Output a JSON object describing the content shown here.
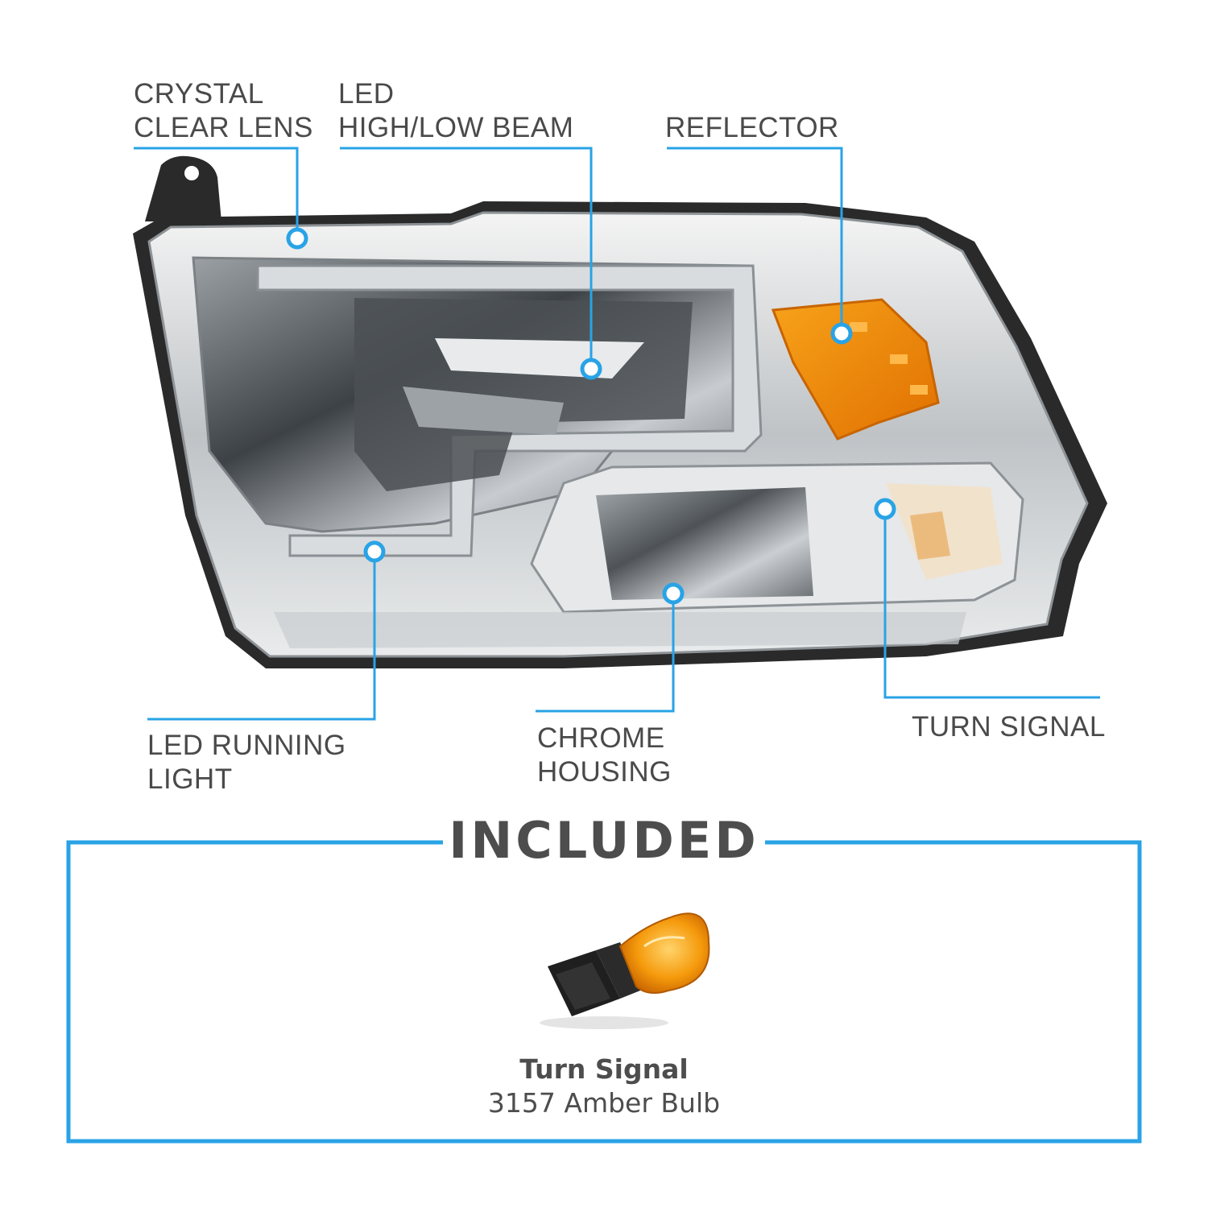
{
  "callouts": {
    "crystal_clear_lens": {
      "line1": "CRYSTAL",
      "line2": "CLEAR LENS"
    },
    "led_high_low_beam": {
      "line1": "LED",
      "line2": "HIGH/LOW BEAM"
    },
    "reflector": {
      "line1": "REFLECTOR"
    },
    "led_running_light": {
      "line1": "LED RUNNING",
      "line2": "LIGHT"
    },
    "chrome_housing": {
      "line1": "CHROME",
      "line2": "HOUSING"
    },
    "turn_signal": {
      "line1": "TURN SIGNAL"
    }
  },
  "included": {
    "title": "INCLUDED",
    "item_name": "Turn Signal",
    "item_description": "3157 Amber Bulb"
  },
  "colors": {
    "accent_blue": "#29a3e6",
    "label_gray": "#4a4a4a",
    "amber": "#f28a00"
  }
}
